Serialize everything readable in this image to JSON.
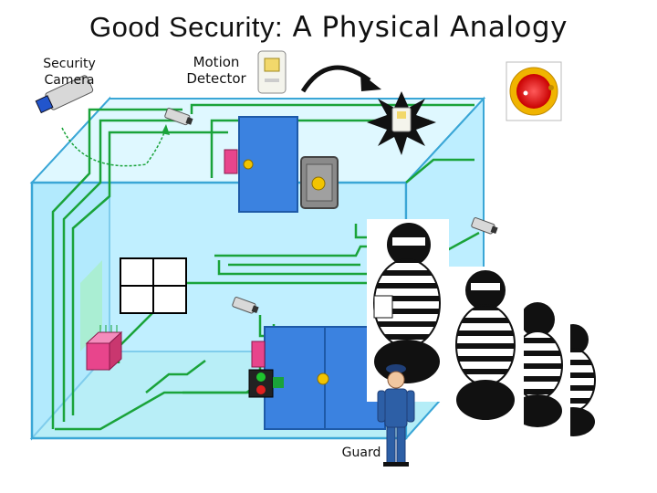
{
  "title": {
    "part1": "Good Security:",
    "part2": "A Physical Analogy"
  },
  "labels": {
    "security_camera_line1": "Security",
    "security_camera_line2": "Camera",
    "motion_detector_line1": "Motion",
    "motion_detector_line2": "Detector",
    "guard": "Guard"
  },
  "colors": {
    "room_fill": "#bfefff",
    "room_edge": "#3aa6d6",
    "wire": "#1aa33a",
    "door": "#3b82e0",
    "alarm_bell": "#e01f1f",
    "panel_pink": "#e8458c",
    "guard_uniform": "#2d5fa6"
  },
  "icons": {
    "camera": "security-camera-icon",
    "motion": "motion-detector-icon",
    "alarm": "alarm-bell-icon",
    "safe": "safe-icon",
    "robber": "robber-icon",
    "guard": "guard-icon"
  }
}
